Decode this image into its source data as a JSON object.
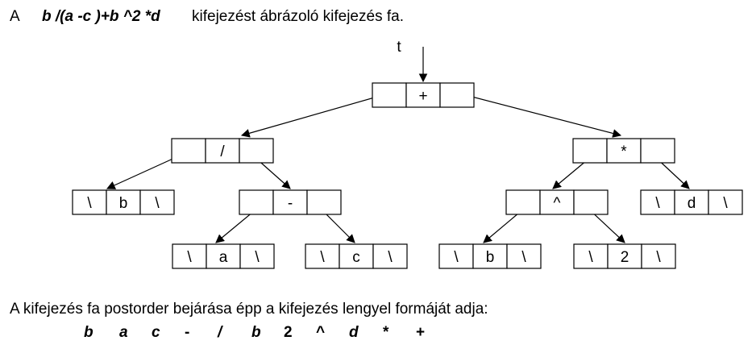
{
  "header": {
    "prefix": "A",
    "expression": "b /(a -c )+b ^2 *d",
    "suffix": "kifejezést ábrázoló kifejezés fa."
  },
  "tree": {
    "pointer_label": "t",
    "null_link": "\\",
    "nodes": {
      "root": "+",
      "slash": "/",
      "star": "*",
      "b1": "b",
      "minus": "-",
      "caret": "^",
      "d": "d",
      "a": "a",
      "c": "c",
      "b2": "b",
      "two": "2"
    }
  },
  "footer": {
    "sentence": "A kifejezés fa postorder bejárása épp a kifejezés lengyel formáját adja:",
    "tokens": [
      "b",
      "a",
      "c",
      "-",
      "/",
      "b",
      "2",
      "^",
      "d",
      "*",
      "+"
    ]
  }
}
